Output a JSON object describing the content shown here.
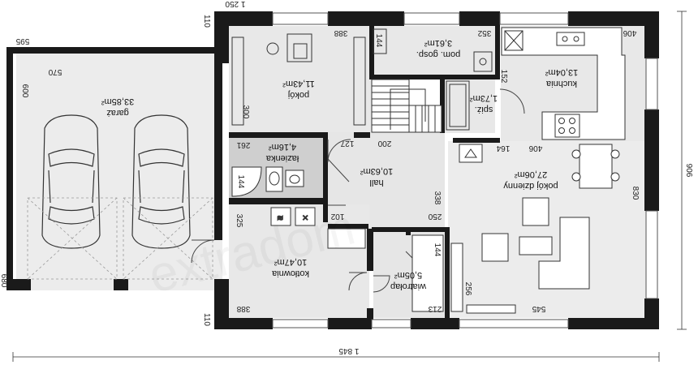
{
  "rooms": {
    "garage": {
      "name": "garaż",
      "area": "33,85m²"
    },
    "bedroom": {
      "name": "pokój",
      "area": "11,43m²"
    },
    "utility": {
      "name": "pom. gosp.",
      "area": "3,61m²"
    },
    "kitchen": {
      "name": "kuchnia",
      "area": "13,04m²"
    },
    "pantry": {
      "name": "spiż.",
      "area": "1,73m²"
    },
    "bathroom": {
      "name": "łazienka",
      "area": "4,16m²"
    },
    "hall": {
      "name": "hall",
      "area": "10,63m²"
    },
    "living": {
      "name": "pokój dzienny",
      "area": "27,06m²"
    },
    "boiler": {
      "name": "kotłownia",
      "area": "10,47m²"
    },
    "vestibule": {
      "name": "wiatrołap",
      "area": "5,05m²"
    }
  },
  "dims": {
    "top_width": "1 250",
    "garage_width": "595",
    "garage_inner": "570",
    "left_depth": "600",
    "left_total": "680",
    "total_width": "1 845",
    "total_depth": "906",
    "left_top": "110",
    "left_bottom": "110",
    "bedroom_w": "388",
    "bedroom_d": "300",
    "utility_small": "144",
    "utility_w": "352",
    "kitchen_w": "406",
    "pantry_d": "152",
    "bath_w": "261",
    "bath_d": "144",
    "hall_a": "127",
    "hall_b": "200",
    "hall_d": "338",
    "hall_c": "102",
    "hall_e": "250",
    "living_a": "406",
    "living_b": "164",
    "living_d": "830",
    "boiler_d": "325",
    "boiler_w": "388",
    "vest_w": "213",
    "vest_d": "144",
    "living_c": "256",
    "living_w": "545"
  },
  "watermark": "extradom"
}
